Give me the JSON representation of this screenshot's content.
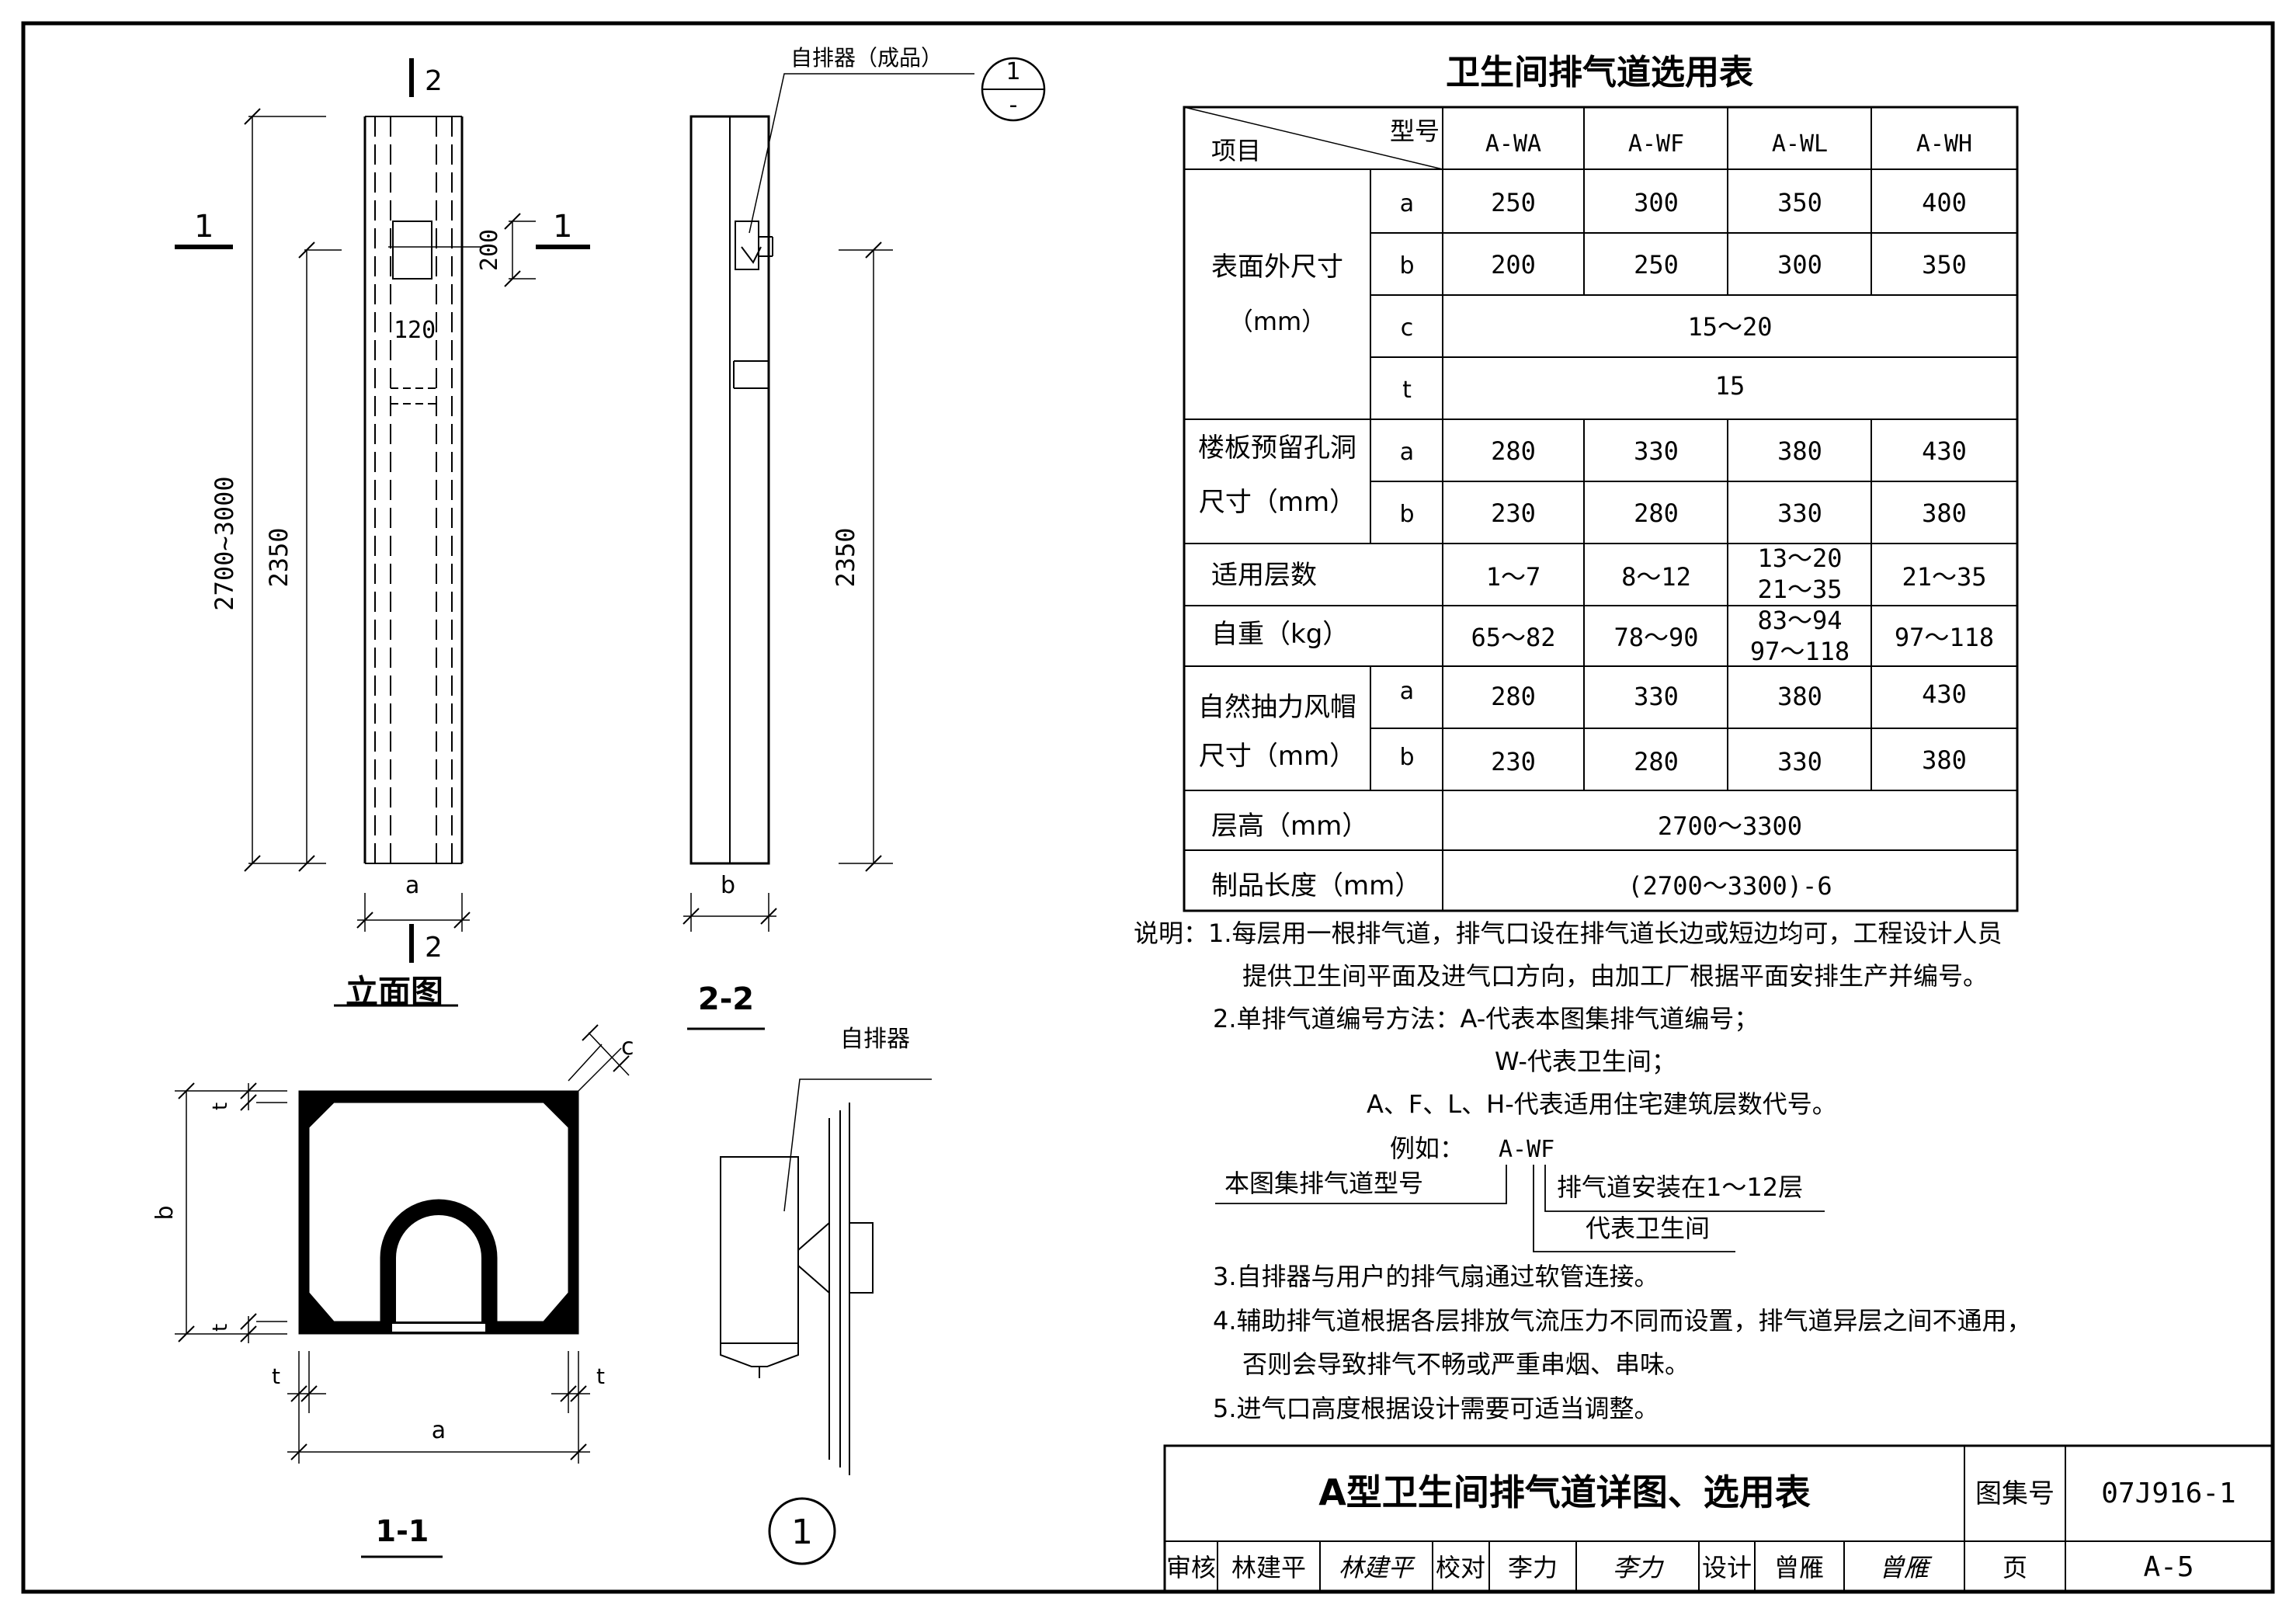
{
  "drawings": {
    "elevation": {
      "title": "立面图",
      "section_mark_2": "2",
      "section_mark_1": "1",
      "dim_total": "2700~3000",
      "dim_2350": "2350",
      "dim_200": "200",
      "dim_120": "120",
      "dim_a": "a"
    },
    "section_2_2": {
      "title": "2-2",
      "callout_label": "自排器（成品）",
      "callout_num": "1",
      "callout_sub": "-",
      "dim_2350": "2350",
      "dim_b": "b"
    },
    "section_1_1": {
      "title": "1-1",
      "dim_c": "c",
      "dim_t": "t",
      "dim_b": "b",
      "dim_a": "a"
    },
    "detail_1": {
      "title": "1",
      "label": "自排器"
    }
  },
  "table": {
    "title": "卫生间排气道选用表",
    "corner_type": "型号",
    "corner_item": "项目",
    "models": [
      "A-WA",
      "A-WF",
      "A-WL",
      "A-WH"
    ],
    "surface_label_1": "表面外尺寸",
    "surface_label_2": "（mm）",
    "sub_a": "a",
    "sub_b": "b",
    "sub_c": "c",
    "sub_t": "t",
    "surface_a": [
      "250",
      "300",
      "350",
      "400"
    ],
    "surface_b": [
      "200",
      "250",
      "300",
      "350"
    ],
    "surface_c": "15～20",
    "surface_t": "15",
    "hole_label_1": "楼板预留孔洞",
    "hole_label_2": "尺寸（mm）",
    "hole_a": [
      "280",
      "330",
      "380",
      "430"
    ],
    "hole_b": [
      "230",
      "280",
      "330",
      "380"
    ],
    "floors_label": "适用层数",
    "floors": [
      "1～7",
      "8～12",
      "13～20",
      "21～35"
    ],
    "floors_wl_2": "21～35",
    "weight_label": "自重（kg）",
    "weight": [
      "65～82",
      "78～90",
      "83～94",
      "97～118"
    ],
    "weight_wl_2": "97～118",
    "cap_label_1": "自然抽力风帽",
    "cap_label_2": "尺寸（mm）",
    "cap_a": [
      "280",
      "330",
      "380",
      "430"
    ],
    "cap_b": [
      "230",
      "280",
      "330",
      "380"
    ],
    "storey_label": "层高（mm）",
    "storey_value": "2700～3300",
    "length_label": "制品长度（mm）",
    "length_value": "(2700～3300)-6"
  },
  "notes": {
    "l1": "说明：1.每层用一根排气道，排气口设在排气道长边或短边均可，工程设计人员",
    "l2": "提供卫生间平面及进气口方向，由加工厂根据平面安排生产并编号。",
    "l3": "2.单排气道编号方法：A-代表本图集排气道编号；",
    "l4": "W-代表卫生间；",
    "l5": "A、F、L、H-代表适用住宅建筑层数代号。",
    "example_prefix": "例如：",
    "example_code": "A-WF",
    "example_left": "本图集排气道型号",
    "example_right": "排气道安装在1～12层",
    "example_bottom": "代表卫生间",
    "l6": "3.自排器与用户的排气扇通过软管连接。",
    "l7": "4.辅助排气道根据各层排放气流压力不同而设置，排气道异层之间不通用，",
    "l8": "否则会导致排气不畅或严重串烟、串味。",
    "l9": "5.进气口高度根据设计需要可适当调整。"
  },
  "title_block": {
    "title": "A型卫生间排气道详图、选用表",
    "atlas_label": "图集号",
    "atlas_no": "07J916-1",
    "review_label": "审核",
    "review_name": "林建平",
    "review_sign": "林建平",
    "check_label": "校对",
    "check_name": "李力",
    "check_sign": "李力",
    "design_label": "设计",
    "design_name": "曾雁",
    "design_sign": "曾雁",
    "page_label": "页",
    "page_no": "A-5"
  }
}
